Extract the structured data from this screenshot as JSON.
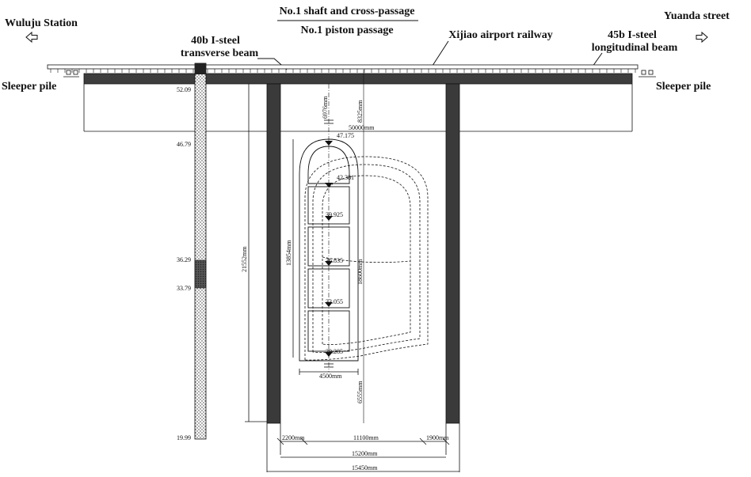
{
  "labels": {
    "wuluju": "Wuluju Station",
    "yuanda": "Yuanda street",
    "title_line1": "No.1 shaft and cross-passage",
    "title_line2": "No.1 piston passage",
    "beam40b_line1": "40b I-steel",
    "beam40b_line2": "transverse beam",
    "xijiao": "Xijiao airport railway",
    "beam45b_line1": "45b I-steel",
    "beam45b_line2": "longitudinal beam",
    "sleeper_left": "Sleeper pile",
    "sleeper_right": "Sleeper pile"
  },
  "elevations": [
    "52.09",
    "46.79",
    "36.29",
    "33.79",
    "19.99"
  ],
  "levels": [
    "47.175",
    "42.381",
    "39.925",
    "36.835",
    "33.055",
    "29.285"
  ],
  "dimensions": {
    "d6976": "6976mm",
    "d8325": "8325mm",
    "d50000": "50000mm",
    "d21552": "21552mm",
    "d13854": "13854mm",
    "d18600": "18600mm",
    "d6555": "6555mm",
    "d4500": "4500mm",
    "d2200": "2200mm",
    "d11100": "11100mm",
    "d1900": "1900mm",
    "d15200": "15200mm",
    "d15450": "15450mm"
  },
  "icons": {
    "left_arrow": "hollow-arrow-left-icon",
    "right_arrow": "hollow-arrow-right-icon"
  },
  "colors": {
    "ink": "#111111",
    "wall": "#3a3a3a",
    "beam": "#4a4a4a"
  }
}
